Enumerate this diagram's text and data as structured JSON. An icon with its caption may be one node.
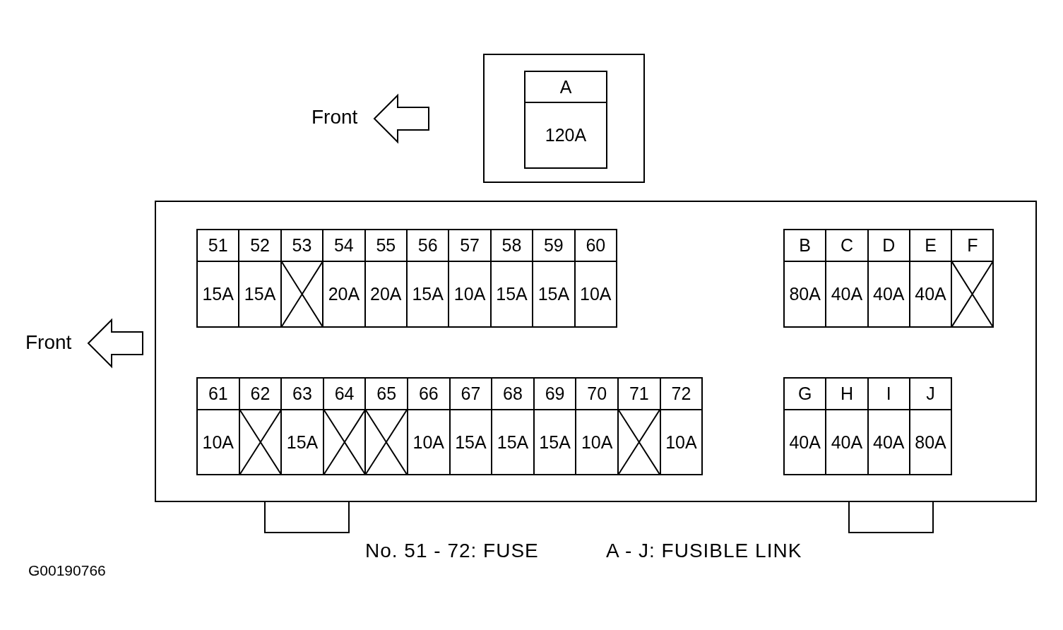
{
  "diagram": {
    "nodes": [
      {
        "text": [],
        "shape": "box"
      },
      {
        "text": [
          "A",
          "120A"
        ],
        "in": 0
      },
      {
        "text": [],
        "shape": "box"
      },
      {
        "text": [
          "51",
          "15A"
        ],
        "in": 2
      },
      {
        "text": [
          "52",
          "15A"
        ],
        "in": 2
      },
      {
        "text": [
          "53"
        ],
        "in": 2
      },
      {
        "text": [
          "54",
          "20A"
        ],
        "in": 2
      },
      {
        "text": [
          "55",
          "20A"
        ],
        "in": 2
      },
      {
        "text": [
          "56",
          "15A"
        ],
        "in": 2
      },
      {
        "text": [
          "57",
          "10A"
        ],
        "in": 2
      },
      {
        "text": [
          "58",
          "15A"
        ],
        "in": 2
      },
      {
        "text": [
          "59",
          "15A"
        ],
        "in": 2
      },
      {
        "text": [
          "60",
          "10A"
        ],
        "in": 2
      },
      {
        "text": [
          "B",
          "80A"
        ],
        "in": 2
      },
      {
        "text": [
          "C",
          "40A"
        ],
        "in": 2
      },
      {
        "text": [
          "D",
          "40A"
        ],
        "in": 2
      },
      {
        "text": [
          "E",
          "40A"
        ],
        "in": 2
      },
      {
        "text": [
          "F"
        ],
        "in": 2
      },
      {
        "text": [
          "61",
          "10A"
        ],
        "in": 2
      },
      {
        "text": [
          "62"
        ],
        "in": 2
      },
      {
        "text": [
          "63",
          "15A"
        ],
        "in": 2
      },
      {
        "text": [
          "64"
        ],
        "in": 2
      },
      {
        "text": [
          "65"
        ],
        "in": 2
      },
      {
        "text": [
          "66",
          "10A"
        ],
        "in": 2
      },
      {
        "text": [
          "67",
          "15A"
        ],
        "in": 2
      },
      {
        "text": [
          "68",
          "15A"
        ],
        "in": 2
      },
      {
        "text": [
          "69",
          "15A"
        ],
        "in": 2
      },
      {
        "text": [
          "70",
          "10A"
        ],
        "in": 2
      },
      {
        "text": [
          "71"
        ],
        "in": 2
      },
      {
        "text": [
          "72",
          "10A"
        ],
        "in": 2
      },
      {
        "text": [
          "G",
          "40A"
        ],
        "in": 2
      },
      {
        "text": [
          "H",
          "40A"
        ],
        "in": 2
      },
      {
        "text": [
          "I",
          "40A"
        ],
        "in": 2
      },
      {
        "text": [
          "J",
          "80A"
        ],
        "in": 2
      }
    ],
    "edges": [],
    "labels": [
      "Front",
      "Front",
      "No. 51 - 72: FUSE",
      "A - J: FUSIBLE LINK",
      "G00190766"
    ]
  }
}
